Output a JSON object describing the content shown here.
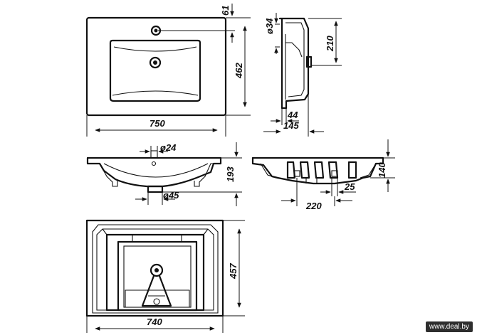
{
  "dimensions": {
    "top_width": "750",
    "top_depth": "462",
    "top_faucet_offset": "61",
    "side_hole": "ø34",
    "side_height": "210",
    "side_depth": "145",
    "side_inner": "44",
    "front_hole_top": "ø24",
    "front_height": "193",
    "front_hole_bottom": "ø45",
    "back_height": "140",
    "back_offset": "220",
    "back_small": "25",
    "bottom_width": "740",
    "bottom_depth": "457"
  },
  "watermark": "www.deal.by"
}
